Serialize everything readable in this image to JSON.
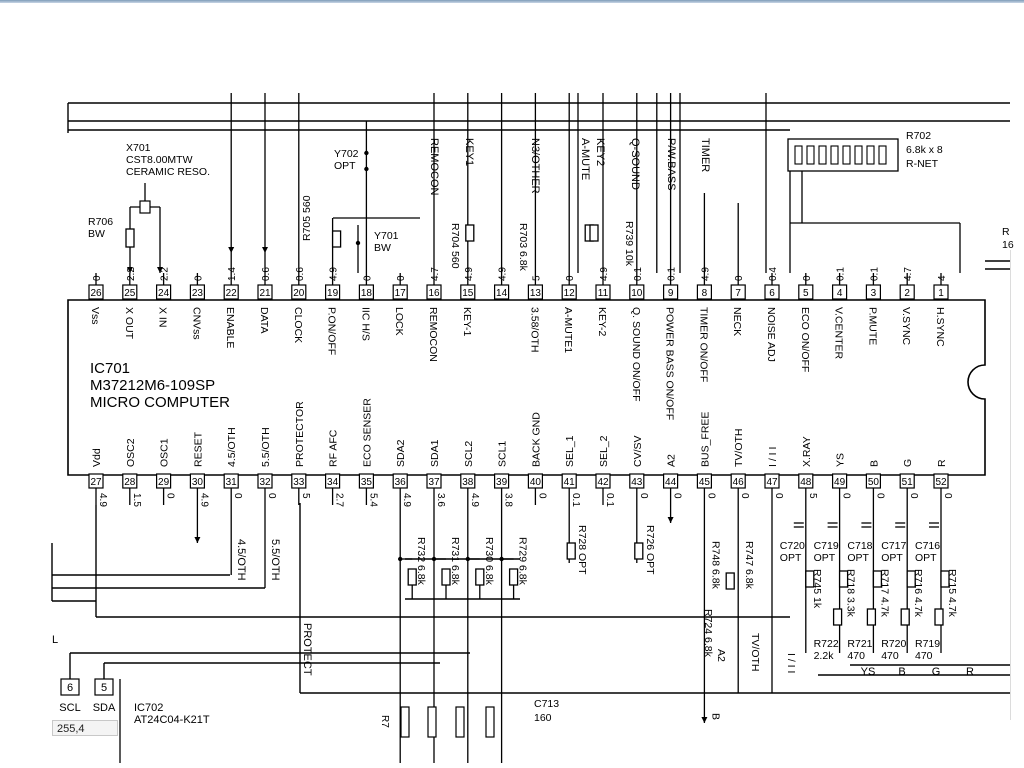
{
  "status": {
    "coords": "255,4"
  },
  "ic701": {
    "name": "IC701",
    "part": "M37212M6-109SP",
    "desc": "MICRO COMPUTER",
    "top_pins": [
      {
        "n": "26",
        "label": "Vss",
        "v": "0"
      },
      {
        "n": "25",
        "label": "X OUT",
        "v": "2.2"
      },
      {
        "n": "24",
        "label": "X IN",
        "v": "2.2"
      },
      {
        "n": "23",
        "label": "CNVss",
        "v": "0"
      },
      {
        "n": "22",
        "label": "ENABLE",
        "v": "1.4"
      },
      {
        "n": "21",
        "label": "DATA",
        "v": "0.6"
      },
      {
        "n": "20",
        "label": "CLOCK",
        "v": "0.6"
      },
      {
        "n": "19",
        "label": "P.ON/OFF",
        "v": "4.9"
      },
      {
        "n": "18",
        "label": "IIC H/S",
        "v": "0"
      },
      {
        "n": "17",
        "label": "LOCK",
        "v": "0"
      },
      {
        "n": "16",
        "label": "REMOCON",
        "v": "4.7"
      },
      {
        "n": "15",
        "label": "KEY-1",
        "v": "4.9"
      },
      {
        "n": "14",
        "label": "",
        "v": "4.9"
      },
      {
        "n": "13",
        "label": "3.58/OTH",
        "v": "5"
      },
      {
        "n": "12",
        "label": "A-MUTE1",
        "v": "0"
      },
      {
        "n": "11",
        "label": "KEY-2",
        "v": "4.9"
      },
      {
        "n": "10",
        "label": "Q. SOUND ON/OFF",
        "v": "0.1"
      },
      {
        "n": "9",
        "label": "POWER BASS ON/OFF",
        "v": "0.1"
      },
      {
        "n": "8",
        "label": "TIMER ON/OFF",
        "v": "4.9"
      },
      {
        "n": "7",
        "label": "NECK",
        "v": "0"
      },
      {
        "n": "6",
        "label": "NOISE ADJ",
        "v": "0.4"
      },
      {
        "n": "5",
        "label": "ECO ON/OFF",
        "v": "0"
      },
      {
        "n": "4",
        "label": "V.CENTER",
        "v": "0.1"
      },
      {
        "n": "3",
        "label": "P.MUTE",
        "v": "0.1"
      },
      {
        "n": "2",
        "label": "V.SYNC",
        "v": "4.7"
      },
      {
        "n": "1",
        "label": "H.SYNC",
        "v": "4"
      }
    ],
    "bottom_pins": [
      {
        "n": "27",
        "label": "Vdd",
        "v": "4.9"
      },
      {
        "n": "28",
        "label": "OSC2",
        "v": "1.5"
      },
      {
        "n": "29",
        "label": "OSC1",
        "v": "0"
      },
      {
        "n": "30",
        "label": "RESET",
        "v": "4.9"
      },
      {
        "n": "31",
        "label": "4.5/OTH",
        "v": "0"
      },
      {
        "n": "32",
        "label": "5.5/OTH",
        "v": "0"
      },
      {
        "n": "33",
        "label": "PROTECTOR",
        "v": "5"
      },
      {
        "n": "34",
        "label": "RF AFC",
        "v": "2.7"
      },
      {
        "n": "35",
        "label": "ECO SENSER",
        "v": "5.4"
      },
      {
        "n": "36",
        "label": "SDA2",
        "v": "4.9"
      },
      {
        "n": "37",
        "label": "SDA1",
        "v": "3.6"
      },
      {
        "n": "38",
        "label": "SCL2",
        "v": "4.9"
      },
      {
        "n": "39",
        "label": "SCL1",
        "v": "3.8"
      },
      {
        "n": "40",
        "label": "BACK GND",
        "v": "0"
      },
      {
        "n": "41",
        "label": "SEL_1",
        "v": "0.1"
      },
      {
        "n": "42",
        "label": "SEL_2",
        "v": "0.1"
      },
      {
        "n": "43",
        "label": "CV/SV",
        "v": "0"
      },
      {
        "n": "44",
        "label": "A2",
        "v": "0"
      },
      {
        "n": "45",
        "label": "BUS_FREE",
        "v": "0"
      },
      {
        "n": "46",
        "label": "TV/OTH",
        "v": "0"
      },
      {
        "n": "47",
        "label": "I / I I",
        "v": "0"
      },
      {
        "n": "48",
        "label": "X.RAY",
        "v": "5"
      },
      {
        "n": "49",
        "label": "YS",
        "v": "0"
      },
      {
        "n": "50",
        "label": "B",
        "v": "0"
      },
      {
        "n": "51",
        "label": "G",
        "v": "0"
      },
      {
        "n": "52",
        "label": "R",
        "v": "0"
      }
    ]
  },
  "signals_top": [
    "REMOCON",
    "KEY1",
    "N3/OTHER",
    "A-MUTE",
    "KEY2",
    "Q-SOUND",
    "P/W.BASS",
    "TIMER"
  ],
  "signals_bottom": [
    "PROTECT",
    "R724 6.8k",
    "A2",
    "TV/OTH",
    "I / I I",
    "B",
    "YS",
    "B",
    "G",
    "R"
  ],
  "components": {
    "x701": [
      "X701",
      "CST8.00MTW",
      "CERAMIC RESO."
    ],
    "r706": [
      "R706",
      "BW"
    ],
    "y702": [
      "Y702",
      "OPT"
    ],
    "y701": [
      "Y701",
      "BW"
    ],
    "r705": "R705 560",
    "r704": "R704 560",
    "r703": "R703 6.8k",
    "r739": "R739 10k",
    "r702": [
      "R702",
      "6.8k x 8",
      "R-NET"
    ],
    "r728": "R728 OPT",
    "r726": "R726 OPT",
    "r748": "R748 6.8k",
    "r747": "R747 6.8k",
    "r732": "R732 6.8k",
    "r731": "R731 6.8k",
    "r730": "R730 6.8k",
    "r729": "R729 6.8k",
    "rgb_caps": [
      "C720 OPT",
      "C719 OPT",
      "C718 OPT",
      "C717 OPT",
      "C716 OPT"
    ],
    "rgb_res": [
      "R745 1k",
      "R718 3.3k",
      "R717 4.7k",
      "R716 4.7k",
      "R715 4.7k"
    ],
    "rgb_low": [
      "R722 2.2k",
      "R721 470",
      "R720 470",
      "R719 470"
    ],
    "ic702": [
      "IC702",
      "AT24C04-K21T"
    ],
    "ic702_pins": [
      {
        "n": "6",
        "label": "SCL"
      },
      {
        "n": "5",
        "label": "SDA"
      }
    ],
    "c713": [
      "C713",
      "160"
    ],
    "misc": [
      "R",
      "16",
      "L",
      "R7"
    ]
  },
  "colors": {
    "ink": "#000000",
    "paper": "#ffffff"
  }
}
